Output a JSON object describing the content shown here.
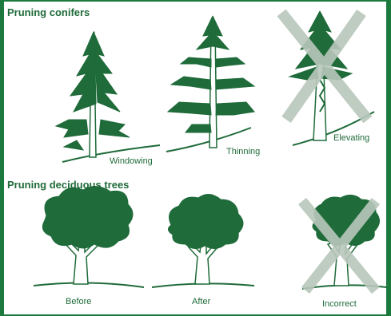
{
  "sections": {
    "conifers": {
      "title": "Pruning conifers",
      "captions": [
        "Windowing",
        "Thinning",
        "Elevating"
      ]
    },
    "deciduous": {
      "title": "Pruning deciduous trees",
      "captions": [
        "Before",
        "After",
        "Incorrect"
      ]
    }
  },
  "colors": {
    "frame": "#1d7a3e",
    "foliage": "#1f6b3a",
    "cross": "#b9c7bb"
  }
}
